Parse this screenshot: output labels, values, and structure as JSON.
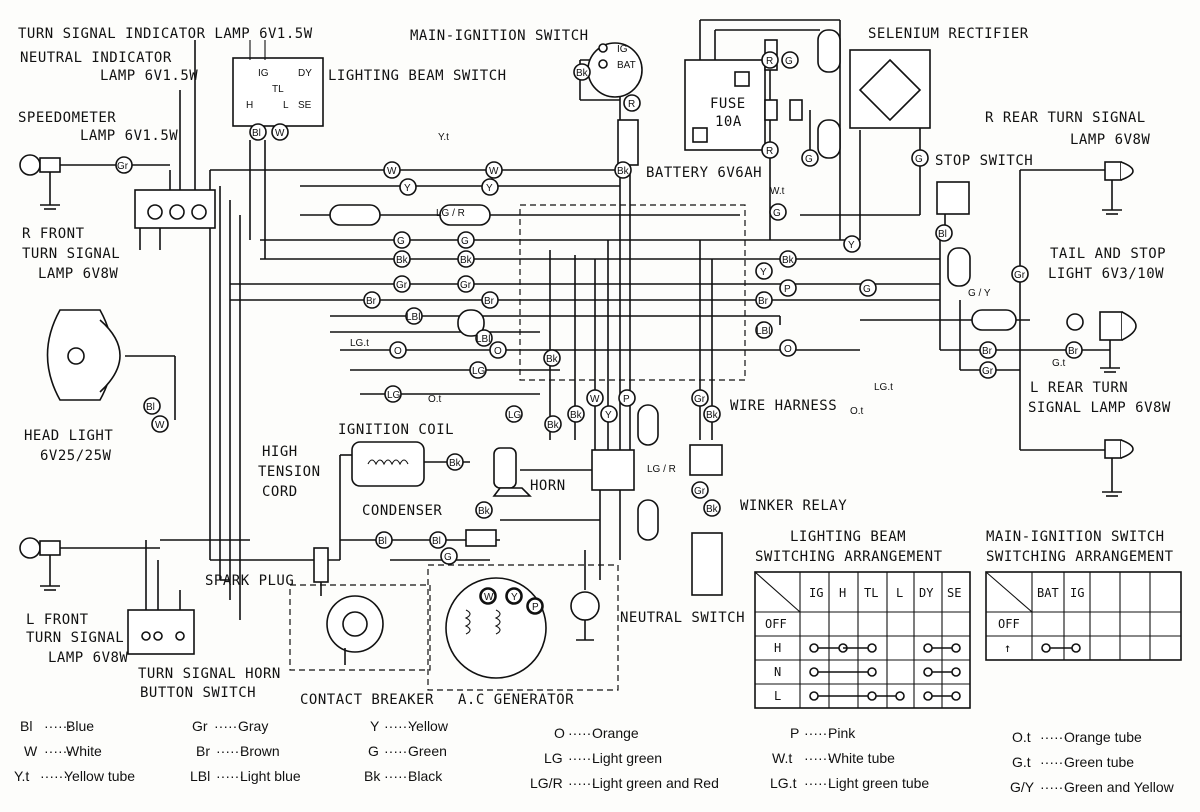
{
  "labels": {
    "turn_indicator": "TURN SIGNAL INDICATOR LAMP 6V1.5W",
    "neutral_indicator_1": "NEUTRAL INDICATOR",
    "neutral_indicator_2": "LAMP 6V1.5W",
    "lighting_beam_switch": "LIGHTING BEAM SWITCH",
    "main_ignition_switch": "MAIN-IGNITION SWITCH",
    "selenium_rectifier": "SELENIUM RECTIFIER",
    "fuse_1": "FUSE",
    "fuse_2": "10A",
    "battery": "BATTERY 6V6AH",
    "speedometer_1": "SPEEDOMETER",
    "speedometer_2": "LAMP 6V1.5W",
    "r_front_1": "R FRONT",
    "r_front_2": "TURN SIGNAL",
    "r_front_3": "LAMP 6V8W",
    "r_rear_1": "R REAR TURN SIGNAL",
    "r_rear_2": "LAMP 6V8W",
    "stop_switch": "STOP SWITCH",
    "tail_stop_1": "TAIL AND STOP",
    "tail_stop_2": "LIGHT 6V3/10W",
    "head_light_1": "HEAD LIGHT",
    "head_light_2": "6V25/25W",
    "wire_harness": "WIRE HARNESS",
    "l_rear_1": "L REAR TURN",
    "l_rear_2": "SIGNAL LAMP 6V8W",
    "ignition_coil": "IGNITION COIL",
    "high_tension_1": "HIGH",
    "high_tension_2": "TENSION",
    "high_tension_3": "CORD",
    "horn": "HORN",
    "condenser": "CONDENSER",
    "winker_relay": "WINKER RELAY",
    "spark_plug": "SPARK PLUG",
    "neutral_switch": "NEUTRAL SWITCH",
    "l_front_1": "L FRONT",
    "l_front_2": "TURN SIGNAL",
    "l_front_3": "LAMP 6V8W",
    "turn_horn_1": "TURN SIGNAL HORN",
    "turn_horn_2": "BUTTON SWITCH",
    "contact_breaker": "CONTACT BREAKER",
    "ac_generator": "A.C GENERATOR",
    "ig": "IG",
    "bat": "BAT",
    "sw_ig": "IG",
    "sw_tl": "TL",
    "sw_dy": "DY",
    "sw_h": "H",
    "sw_l": "L",
    "sw_se": "SE",
    "lg_r_side": "LG / R",
    "g_y_side": "G / Y"
  },
  "wire_tags": {
    "gr": "Gr",
    "bl": "Bl",
    "w": "W",
    "y": "Y",
    "g": "G",
    "bk": "Bk",
    "br": "Br",
    "lbl": "LBl",
    "o": "O",
    "r": "R",
    "p": "P",
    "lg": "LG",
    "lgr": "LG / R",
    "yt": "Y.t",
    "lgt": "LG.t",
    "ot": "O.t",
    "wt": "W.t",
    "gt": "G.t"
  },
  "lighting_table": {
    "title_1": "LIGHTING BEAM",
    "title_2": "SWITCHING ARRANGEMENT",
    "columns": [
      "IG",
      "H",
      "TL",
      "L",
      "DY",
      "SE"
    ],
    "rows": [
      "OFF",
      "H",
      "N",
      "L"
    ]
  },
  "ignition_table": {
    "title_1": "MAIN-IGNITION SWITCH",
    "title_2": "SWITCHING ARRANGEMENT",
    "columns": [
      "BAT",
      "IG"
    ],
    "rows": [
      "OFF",
      "↑"
    ]
  },
  "legend": [
    {
      "code": "Bl",
      "name": "Blue"
    },
    {
      "code": "W",
      "name": "White"
    },
    {
      "code": "Y.t",
      "name": "Yellow tube"
    },
    {
      "code": "Gr",
      "name": "Gray"
    },
    {
      "code": "Br",
      "name": "Brown"
    },
    {
      "code": "LBl",
      "name": "Light blue"
    },
    {
      "code": "Y",
      "name": "Yellow"
    },
    {
      "code": "G",
      "name": "Green"
    },
    {
      "code": "Bk",
      "name": "Black"
    },
    {
      "code": "O",
      "name": "Orange"
    },
    {
      "code": "LG",
      "name": "Light green"
    },
    {
      "code": "LG/R",
      "name": "Light green and Red"
    },
    {
      "code": "P",
      "name": "Pink"
    },
    {
      "code": "W.t",
      "name": "White tube"
    },
    {
      "code": "LG.t",
      "name": "Light green tube"
    },
    {
      "code": "O.t",
      "name": "Orange tube"
    },
    {
      "code": "G.t",
      "name": "Green tube"
    },
    {
      "code": "G/Y",
      "name": "Green and Yellow"
    }
  ]
}
